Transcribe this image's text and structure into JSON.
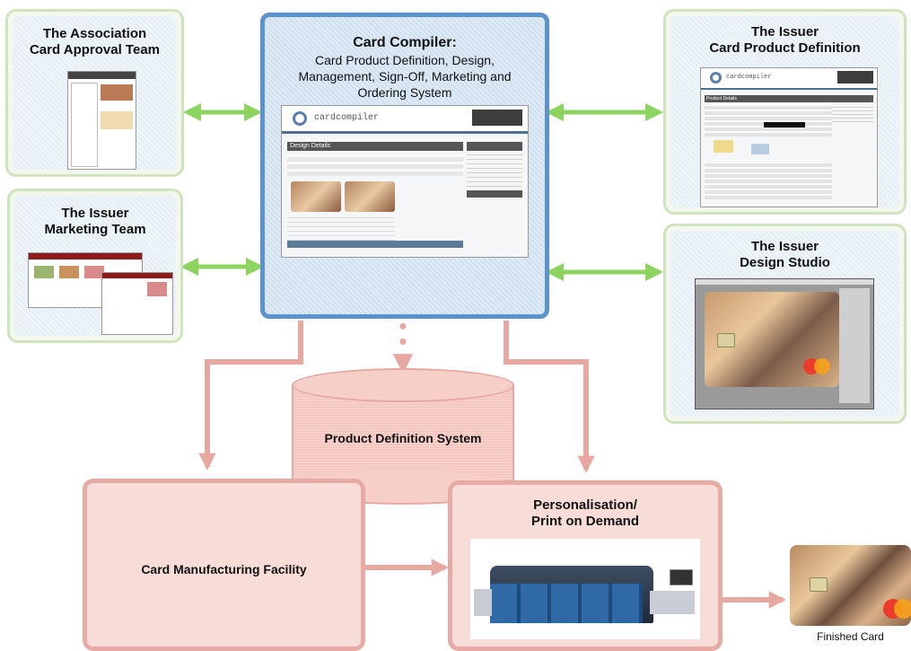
{
  "association": {
    "title_1": "The Association",
    "title_2": "Card Approval Team"
  },
  "issuer_marketing": {
    "title_1": "The Issuer",
    "title_2": "Marketing Team"
  },
  "compiler": {
    "title": "Card Compiler:",
    "line_1": "Card Product Definition, Design,",
    "line_2": "Management, Sign-Off, Marketing and",
    "line_3": "Ordering System",
    "logo_text": "cardcompiler",
    "section_header": "Design Details"
  },
  "issuer_product": {
    "title_1": "The Issuer",
    "title_2": "Card Product Definition",
    "logo_text": "cardcompiler",
    "section_header": "Product Details"
  },
  "issuer_design": {
    "title_1": "The Issuer",
    "title_2": "Design Studio"
  },
  "database": {
    "label": "Product Definition System"
  },
  "manufacturing": {
    "label": "Card Manufacturing Facility"
  },
  "personalisation": {
    "line_1": "Personalisation/",
    "line_2": "Print on Demand"
  },
  "finished": {
    "label": "Finished Card"
  },
  "colors": {
    "green_border": "#cfe3bd",
    "blue_border": "#5c93cf",
    "pink_border": "#e7aaa4",
    "green_arrow": "#8dd35f",
    "pink_arrow": "#e6a8a0"
  }
}
